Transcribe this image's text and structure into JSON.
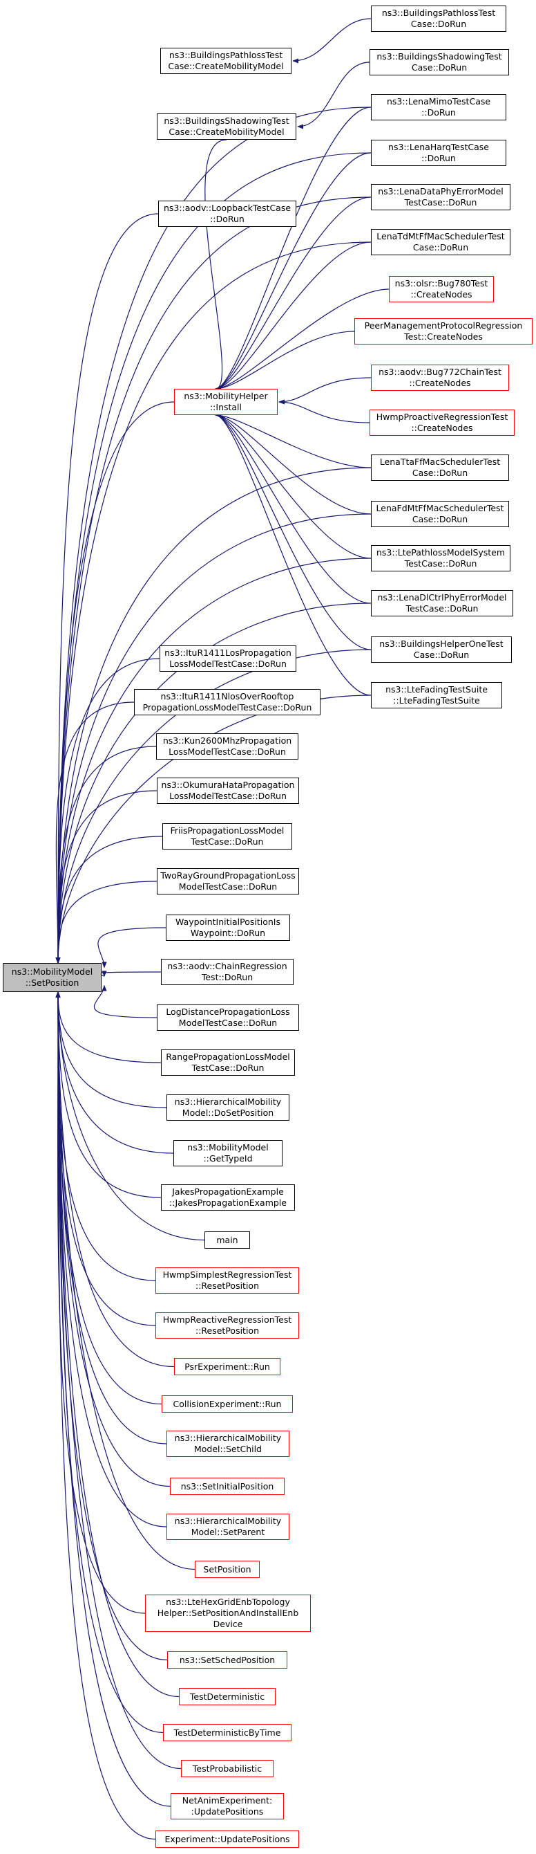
{
  "colors": {
    "edge": "#191970",
    "black_border": "#000000",
    "red_border": "#ff0000",
    "root_fill": "#bfbfbf",
    "background": "#ffffff"
  },
  "root": {
    "id": "mm-setposition",
    "label": "ns3::MobilityModel\n::SetPosition"
  },
  "install": {
    "id": "mh-install",
    "label": "ns3::MobilityHelper\n::Install",
    "border": "red"
  },
  "nodes": [
    {
      "id": "bpt-domrun",
      "label": "ns3::BuildingsPathlossTest\nCase::DoRun",
      "border": "black"
    },
    {
      "id": "bpt-cmm",
      "label": "ns3::BuildingsPathlossTest\nCase::CreateMobilityModel",
      "border": "black"
    },
    {
      "id": "bst-dorun",
      "label": "ns3::BuildingsShadowingTest\nCase::DoRun",
      "border": "black"
    },
    {
      "id": "bst-cmm",
      "label": "ns3::BuildingsShadowingTest\nCase::CreateMobilityModel",
      "border": "black"
    },
    {
      "id": "lena-mimo",
      "label": "ns3::LenaMimoTestCase\n::DoRun",
      "border": "black"
    },
    {
      "id": "lena-harq",
      "label": "ns3::LenaHarqTestCase\n::DoRun",
      "border": "black"
    },
    {
      "id": "aodv-loopback",
      "label": "ns3::aodv::LoopbackTestCase\n::DoRun",
      "border": "black"
    },
    {
      "id": "lena-dataphy",
      "label": "ns3::LenaDataPhyErrorModel\nTestCase::DoRun",
      "border": "black"
    },
    {
      "id": "lena-tdmt",
      "label": "LenaTdMtFfMacSchedulerTest\nCase::DoRun",
      "border": "black"
    },
    {
      "id": "olsr-bug780",
      "label": "ns3::olsr::Bug780Test\n::CreateNodes",
      "border": "red"
    },
    {
      "id": "peer-mgmt",
      "label": "PeerManagementProtocolRegression\nTest::CreateNodes",
      "border": "red"
    },
    {
      "id": "aodv-bug772",
      "label": "ns3::aodv::Bug772ChainTest\n::CreateNodes",
      "border": "red"
    },
    {
      "id": "hwmp-proactive",
      "label": "HwmpProactiveRegressionTest\n::CreateNodes",
      "border": "red"
    },
    {
      "id": "lena-tta",
      "label": "LenaTtaFfMacSchedulerTest\nCase::DoRun",
      "border": "black"
    },
    {
      "id": "lena-fdmt",
      "label": "LenaFdMtFfMacSchedulerTest\nCase::DoRun",
      "border": "black"
    },
    {
      "id": "lte-pathloss",
      "label": "ns3::LtePathlossModelSystem\nTestCase::DoRun",
      "border": "black"
    },
    {
      "id": "lena-dlctrl",
      "label": "ns3::LenaDlCtrlPhyErrorModel\nTestCase::DoRun",
      "border": "black"
    },
    {
      "id": "itu-los",
      "label": "ns3::ItuR1411LosPropagation\nLossModelTestCase::DoRun",
      "border": "black"
    },
    {
      "id": "bho-dorun",
      "label": "ns3::BuildingsHelperOneTest\nCase::DoRun",
      "border": "black"
    },
    {
      "id": "lte-fading",
      "label": "ns3::LteFadingTestSuite\n::LteFadingTestSuite",
      "border": "black"
    },
    {
      "id": "itu-nlos",
      "label": "ns3::ItuR1411NlosOverRooftop\nPropagationLossModelTestCase::DoRun",
      "border": "black"
    },
    {
      "id": "kun2600",
      "label": "ns3::Kun2600MhzPropagation\nLossModelTestCase::DoRun",
      "border": "black"
    },
    {
      "id": "okumura",
      "label": "ns3::OkumuraHataPropagation\nLossModelTestCase::DoRun",
      "border": "black"
    },
    {
      "id": "friis",
      "label": "FriisPropagationLossModel\nTestCase::DoRun",
      "border": "black"
    },
    {
      "id": "tworay",
      "label": "TwoRayGroundPropagationLoss\nModelTestCase::DoRun",
      "border": "black"
    },
    {
      "id": "waypoint",
      "label": "WaypointInitialPositionIs\nWaypoint::DoRun",
      "border": "black"
    },
    {
      "id": "aodv-chain",
      "label": "ns3::aodv::ChainRegression\nTest::DoRun",
      "border": "black"
    },
    {
      "id": "logdist",
      "label": "LogDistancePropagationLoss\nModelTestCase::DoRun",
      "border": "black"
    },
    {
      "id": "range",
      "label": "RangePropagationLossModel\nTestCase::DoRun",
      "border": "black"
    },
    {
      "id": "hier-dosetpos",
      "label": "ns3::HierarchicalMobility\nModel::DoSetPosition",
      "border": "black"
    },
    {
      "id": "mm-gettypeid",
      "label": "ns3::MobilityModel\n::GetTypeId",
      "border": "black"
    },
    {
      "id": "jakes",
      "label": "JakesPropagationExample\n::JakesPropagationExample",
      "border": "black"
    },
    {
      "id": "main",
      "label": "main",
      "border": "black"
    },
    {
      "id": "hwmp-simplest",
      "label": "HwmpSimplestRegressionTest\n::ResetPosition",
      "border": "red"
    },
    {
      "id": "hwmp-reactive",
      "label": "HwmpReactiveRegressionTest\n::ResetPosition",
      "border": "red"
    },
    {
      "id": "psr-run",
      "label": "PsrExperiment::Run",
      "border": "red"
    },
    {
      "id": "collision-run",
      "label": "CollisionExperiment::Run",
      "border": "red"
    },
    {
      "id": "hier-setchild",
      "label": "ns3::HierarchicalMobility\nModel::SetChild",
      "border": "red"
    },
    {
      "id": "set-initial",
      "label": "ns3::SetInitialPosition",
      "border": "red"
    },
    {
      "id": "hier-setparent",
      "label": "ns3::HierarchicalMobility\nModel::SetParent",
      "border": "red"
    },
    {
      "id": "setposition",
      "label": "SetPosition",
      "border": "red"
    },
    {
      "id": "lte-hexgrid",
      "label": "ns3::LteHexGridEnbTopology\nHelper::SetPositionAndInstallEnb\nDevice",
      "border": "red"
    },
    {
      "id": "set-sched",
      "label": "ns3::SetSchedPosition",
      "border": "red"
    },
    {
      "id": "test-det",
      "label": "TestDeterministic",
      "border": "red"
    },
    {
      "id": "test-det-time",
      "label": "TestDeterministicByTime",
      "border": "red"
    },
    {
      "id": "test-prob",
      "label": "TestProbabilistic",
      "border": "red"
    },
    {
      "id": "netanim",
      "label": "NetAnimExperiment:\n:UpdatePositions",
      "border": "red"
    },
    {
      "id": "experiment-up",
      "label": "Experiment::UpdatePositions",
      "border": "red"
    }
  ]
}
